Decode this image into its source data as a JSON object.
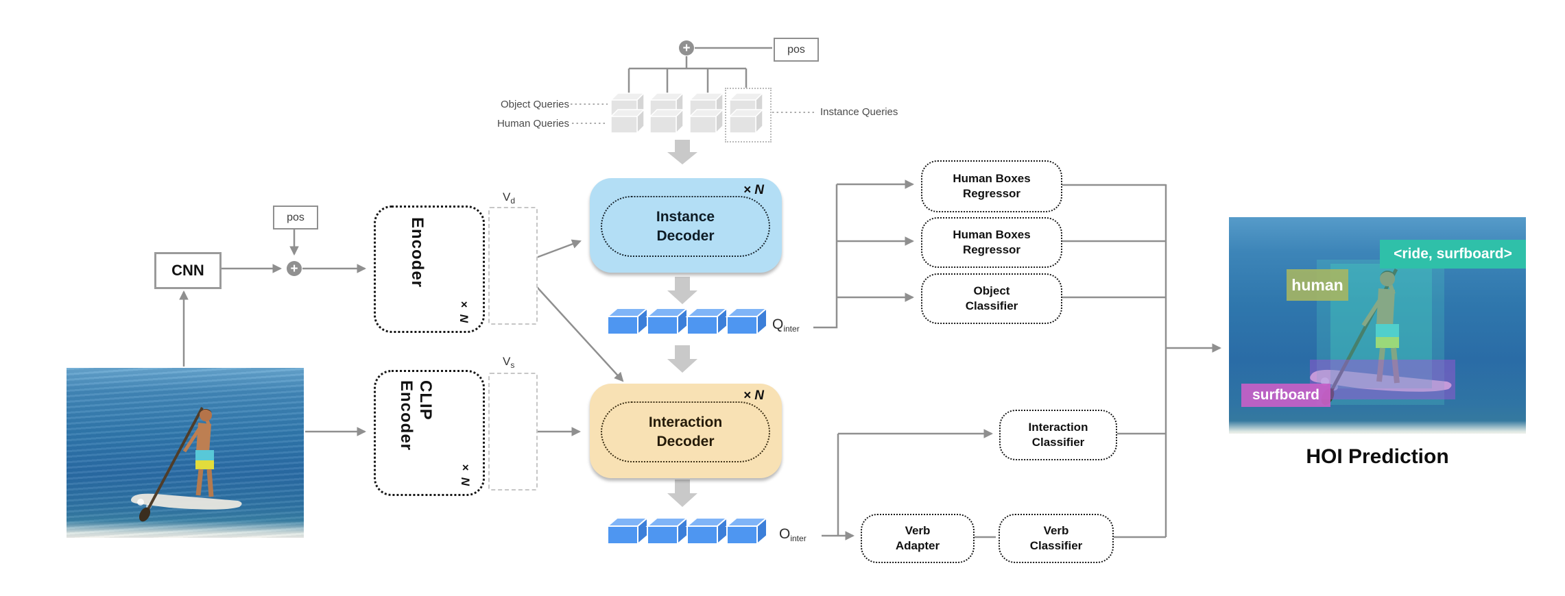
{
  "figure": {
    "top": {
      "pos": "pos",
      "plus": "+",
      "object_queries": "Object Queries",
      "human_queries": "Human Queries",
      "instance_queries": "Instance Queries"
    },
    "input_stage": {
      "cnn": "CNN",
      "pos": "pos",
      "plus": "+",
      "encoder": "Encoder",
      "encoder_mult": "× N",
      "clip_encoder": "CLIP\nEncoder",
      "clip_mult": "× N",
      "vd_base": "V",
      "vd_sub": "d",
      "vs_base": "V",
      "vs_sub": "s"
    },
    "decoders": {
      "instance_label": "Instance\nDecoder",
      "instance_mult": "× N",
      "interaction_label": "Interaction\nDecoder",
      "interaction_mult": "× N"
    },
    "tokens": {
      "q_base": "Q",
      "q_sub": "inter",
      "o_base": "O",
      "o_sub": "inter"
    },
    "heads": {
      "human_boxes_regressor_top": "Human Boxes\nRegressor",
      "human_boxes_regressor_mid": "Human Boxes\nRegressor",
      "object_classifier": "Object\nClassifier",
      "interaction_classifier": "Interaction\nClassifier",
      "verb_adapter": "Verb\nAdapter",
      "verb_classifier": "Verb\nClassifier"
    },
    "prediction": {
      "ride_label": "<ride, surfboard>",
      "human_label": "human",
      "surfboard_label": "surfboard",
      "caption": "HOI Prediction"
    }
  },
  "colors": {
    "instance_fill": "#b3def5",
    "interaction_fill": "#f8e1b4",
    "cube_blue_front": "#4e96f1",
    "cube_blue_top": "#7fb4f7",
    "cube_blue_side": "#3c7fd9",
    "cube_gray_front": "#e3e3e3",
    "cube_gray_top": "#efefef",
    "cube_gray_side": "#d5d5d5",
    "line_gray": "#8f8f8f",
    "block_arrow_gray": "#c9c9c9",
    "teal_label": "#2fc0a9",
    "olive_label": "#a9b661",
    "magenta_label": "#c75fc7"
  }
}
